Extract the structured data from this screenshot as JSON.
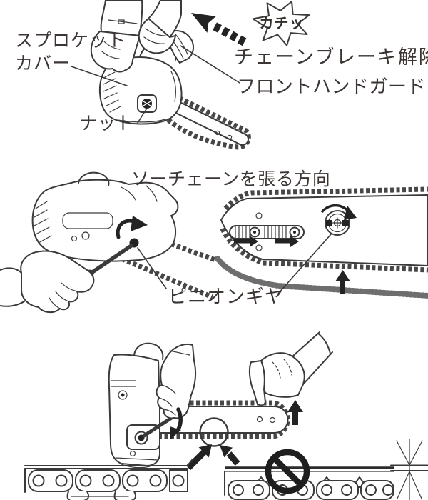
{
  "page": {
    "background": "#ffffff",
    "line_color": "#3a3a3a",
    "text_color": "#3b3533",
    "arrow_color": "#232323"
  },
  "top_section": {
    "label_sprocket_cover_line1": "スプロケット",
    "label_sprocket_cover_line2": "カバー",
    "label_nut": "ナット",
    "click_burst": "カチッ",
    "label_chain_brake_release": "チェーンブレーキ解除",
    "label_front_hand_guard": "フロントハンドガード"
  },
  "middle_section": {
    "title": "ソーチェーンを張る方向",
    "label_pinion_gear": "ピニオンギヤ"
  },
  "icons": {
    "brake_release_direction": "dashed-arrow-up-left",
    "click_burst_shape": "starburst",
    "tension_screw_rotation": "clockwise-curved-arrow",
    "tensioner_travel": "two-right-arrows",
    "pinion_gear_rotation": "clockwise-curved-arrow",
    "chain_tighten_direction": "up-arrow",
    "bar_tip_lift": "up-arrow",
    "chain_seat_direction": "down-curved-arrow",
    "inspection_point": "circle-with-two-up-arrows",
    "loose_chain_forbidden": "prohibition-symbol",
    "slack_gap_mark": "dimension-cross-mark"
  }
}
